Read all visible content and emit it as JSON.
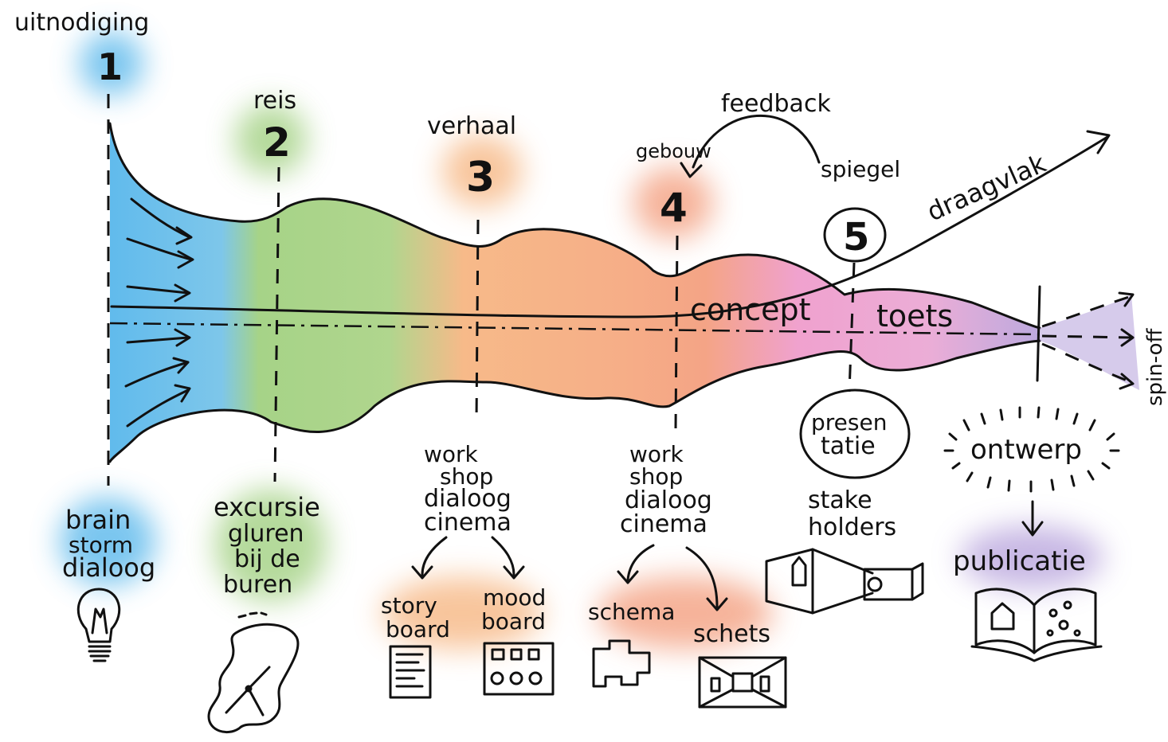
{
  "stages": [
    {
      "number": "1",
      "above": "uitnodiging",
      "below": [
        "brain",
        "storm",
        "dialoog"
      ],
      "icon": "lightbulb-icon"
    },
    {
      "number": "2",
      "above": "reis",
      "below": [
        "excursie",
        "gluren",
        "bij de",
        "buren"
      ],
      "icon": "map-icon"
    },
    {
      "number": "3",
      "above": "verhaal",
      "below": [
        "work",
        "shop",
        "dialoog",
        "cinema"
      ],
      "icon": "storyboard-icon"
    },
    {
      "number": "4",
      "above": "gebouw",
      "below": [
        "work",
        "shop",
        "dialoog",
        "cinema"
      ],
      "icon": "schema-icon"
    },
    {
      "number": "5",
      "above": "spiegel",
      "below_circle": [
        "presen",
        "tatie"
      ],
      "icon": "projector-icon"
    }
  ],
  "labels": {
    "feedback": "feedback",
    "draagvlak": "draagvlak",
    "concept": "concept",
    "toets": "toets",
    "spin_off": "spin-off",
    "ontwerp": "ontwerp",
    "publicatie": "publicatie",
    "stakeholders": [
      "stake",
      "holders"
    ],
    "storyboard": [
      "story",
      "board"
    ],
    "moodboard": [
      "mood",
      "board"
    ],
    "schema": "schema",
    "schets": "schets"
  },
  "colors": {
    "stage1": "#4fb3ea",
    "stage2": "#9cce7a",
    "stage3": "#f6b27c",
    "stage4": "#f39a78",
    "stage5": "#ee97c9",
    "stage6": "#b5a0db"
  }
}
